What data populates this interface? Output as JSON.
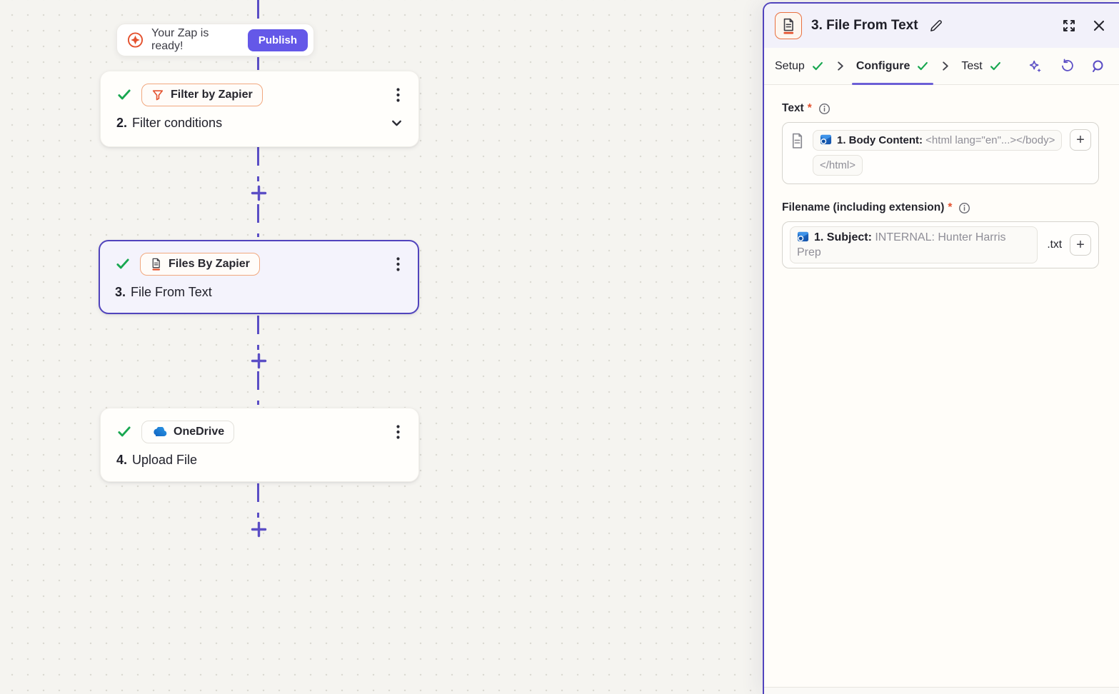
{
  "colors": {
    "accent_purple": "#5b4ec5",
    "selected_border_purple": "#5144bd",
    "publish_purple": "#6458e8",
    "zapier_orange": "#e4512e",
    "success_green": "#18a750",
    "onedrive_blue": "#1b86dd",
    "outlook_blue": "#1565c0"
  },
  "canvas": {
    "toast": {
      "message": "Your Zap is ready!",
      "publish_label": "Publish"
    },
    "steps": [
      {
        "app": "Filter by Zapier",
        "number": "2.",
        "title": "Filter conditions"
      },
      {
        "app": "Files By Zapier",
        "number": "3.",
        "title": "File From Text"
      },
      {
        "app": "OneDrive",
        "number": "4.",
        "title": "Upload File"
      }
    ]
  },
  "panel": {
    "step_title": "3. File From Text",
    "tabs": [
      {
        "label": "Setup"
      },
      {
        "label": "Configure"
      },
      {
        "label": "Test"
      }
    ],
    "text_field": {
      "label": "Text",
      "required_mark": "*",
      "token_label": "1. Body Content:",
      "token_value": "<html lang=\"en\"...></body>",
      "token_value_wrap": "</html>",
      "add_button": "+"
    },
    "filename_field": {
      "label": "Filename (including extension)",
      "required_mark": "*",
      "token_label": "1. Subject:",
      "token_value": "INTERNAL: Hunter Harris Prep",
      "suffix": ".txt",
      "add_button": "+"
    }
  }
}
